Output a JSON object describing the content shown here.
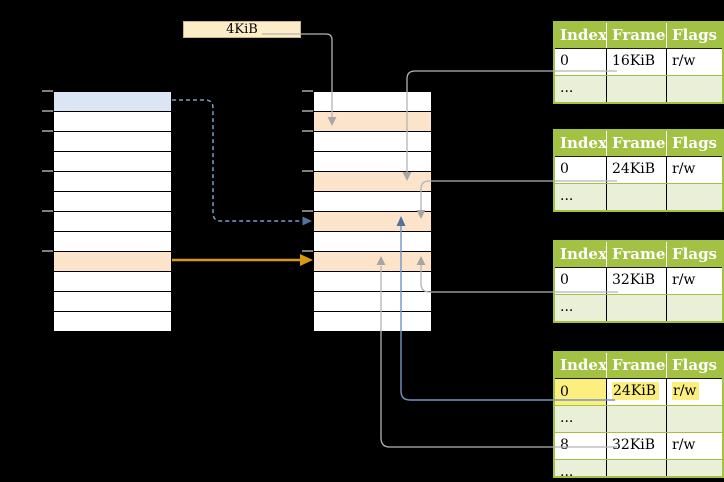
{
  "colors": {
    "green": "#a3c143",
    "green-light": "#eaf0d8",
    "cell-blue": "#dbe5f4",
    "cell-orange": "#fce4cb",
    "box-cream": "#fcedc9",
    "box-border": "#c9b489",
    "hl-yellow": "#fcee7f",
    "line-gray": "#b4b4b4",
    "arrow-gray": "#a6a6a6",
    "line-blue": "#7494c4",
    "dash-blue": "#7e9ccd",
    "arrow-blue": "#53739f",
    "arrow-orange": "#d6990f"
  },
  "page_size_label": "4KiB",
  "tables": [
    {
      "headers": [
        "Index",
        "Frame",
        "Flags"
      ],
      "rows": [
        {
          "index": "0",
          "frame": "16KiB",
          "flags": "r/w"
        },
        {
          "index": "...",
          "frame": "",
          "flags": ""
        }
      ]
    },
    {
      "headers": [
        "Index",
        "Frame",
        "Flags"
      ],
      "rows": [
        {
          "index": "0",
          "frame": "24KiB",
          "flags": "r/w"
        },
        {
          "index": "...",
          "frame": "",
          "flags": ""
        }
      ]
    },
    {
      "headers": [
        "Index",
        "Frame",
        "Flags"
      ],
      "rows": [
        {
          "index": "0",
          "frame": "32KiB",
          "flags": "r/w"
        },
        {
          "index": "...",
          "frame": "",
          "flags": ""
        }
      ]
    },
    {
      "headers": [
        "Index",
        "Frame",
        "Flags"
      ],
      "rows": [
        {
          "index": "0",
          "frame": "24KiB",
          "flags": "r/w"
        },
        {
          "index": "...",
          "frame": "",
          "flags": ""
        },
        {
          "index": "8",
          "frame": "32KiB",
          "flags": "r/w"
        },
        {
          "index": "...",
          "frame": "",
          "flags": ""
        }
      ]
    }
  ]
}
